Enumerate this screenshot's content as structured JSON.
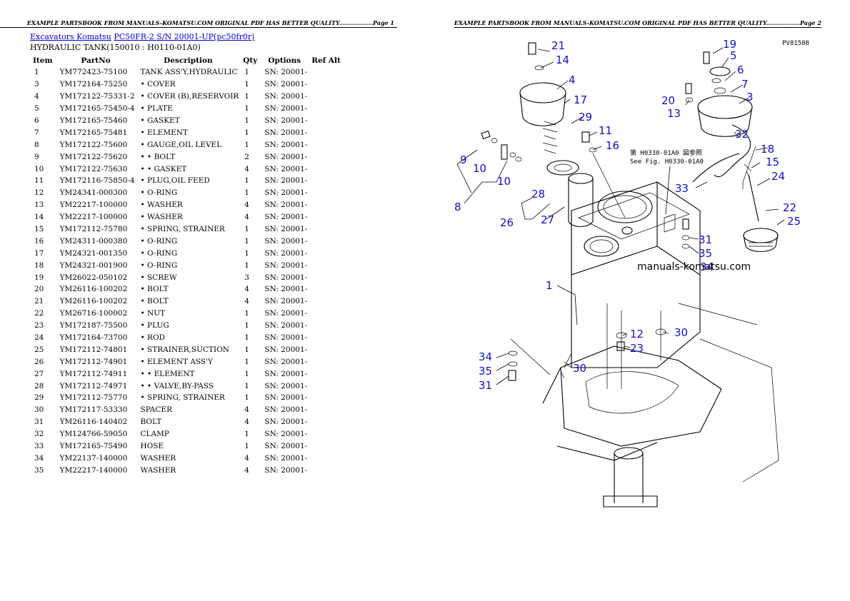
{
  "header": {
    "page1": "EXAMPLE PARTSBOOK FROM MANUALS-KOMATSU.COM ORIGINAL PDF HAS BETTER QUALITY.................Page 1",
    "page2": "EXAMPLE PARTSBOOK FROM MANUALS-KOMATSU.COM ORIGINAL PDF HAS BETTER QUALITY.................Page 2"
  },
  "breadcrumb": {
    "category": "Excavators Komatsu",
    "model": "PC50FR-2 S/N 20001-UP(pc50fr0r)"
  },
  "section_title": "HYDRAULIC TANK(150010 : H0110-01A0)",
  "table": {
    "columns": [
      "Item",
      "PartNo",
      "Description",
      "Qty",
      "Options",
      "Ref Alt"
    ],
    "rows": [
      [
        "1",
        "YM772423-75100",
        "TANK ASS'Y,HYDRAULIC",
        "1",
        "SN: 20001-",
        ""
      ],
      [
        "3",
        "YM172164-75250",
        "• COVER",
        "1",
        "SN: 20001-",
        ""
      ],
      [
        "4",
        "YM172122-75331-2",
        "• COVER (B),RESERVOIR",
        "1",
        "SN: 20001-",
        ""
      ],
      [
        "5",
        "YM172165-75450-4",
        "• PLATE",
        "1",
        "SN: 20001-",
        ""
      ],
      [
        "6",
        "YM172165-75460",
        "• GASKET",
        "1",
        "SN: 20001-",
        ""
      ],
      [
        "7",
        "YM172165-75481",
        "• ELEMENT",
        "1",
        "SN: 20001-",
        ""
      ],
      [
        "8",
        "YM172122-75600",
        "• GAUGE,OIL LEVEL",
        "1",
        "SN: 20001-",
        ""
      ],
      [
        "9",
        "YM172122-75620",
        "• • BOLT",
        "2",
        "SN: 20001-",
        ""
      ],
      [
        "10",
        "YM172122-75630",
        "• • GASKET",
        "4",
        "SN: 20001-",
        ""
      ],
      [
        "11",
        "YM172116-75850-4",
        "• PLUG,OIL FEED",
        "1",
        "SN: 20001-",
        ""
      ],
      [
        "12",
        "YM24341-000300",
        "• O-RING",
        "1",
        "SN: 20001-",
        ""
      ],
      [
        "13",
        "YM22217-100000",
        "• WASHER",
        "4",
        "SN: 20001-",
        ""
      ],
      [
        "14",
        "YM22217-100000",
        "• WASHER",
        "4",
        "SN: 20001-",
        ""
      ],
      [
        "15",
        "YM172112-75780",
        "• SPRING, STRAINER",
        "1",
        "SN: 20001-",
        ""
      ],
      [
        "16",
        "YM24311-000380",
        "• O-RING",
        "1",
        "SN: 20001-",
        ""
      ],
      [
        "17",
        "YM24321-001350",
        "• O-RING",
        "1",
        "SN: 20001-",
        ""
      ],
      [
        "18",
        "YM24321-001900",
        "• O-RING",
        "1",
        "SN: 20001-",
        ""
      ],
      [
        "19",
        "YM26022-050102",
        "• SCREW",
        "3",
        "SN: 20001-",
        ""
      ],
      [
        "20",
        "YM26116-100202",
        "• BOLT",
        "4",
        "SN: 20001-",
        ""
      ],
      [
        "21",
        "YM26116-100202",
        "• BOLT",
        "4",
        "SN: 20001-",
        ""
      ],
      [
        "22",
        "YM26716-100002",
        "• NUT",
        "1",
        "SN: 20001-",
        ""
      ],
      [
        "23",
        "YM172187-75500",
        "• PLUG",
        "1",
        "SN: 20001-",
        ""
      ],
      [
        "24",
        "YM172164-73700",
        "• ROD",
        "1",
        "SN: 20001-",
        ""
      ],
      [
        "25",
        "YM172112-74801",
        "• STRAINER,SUCTION",
        "1",
        "SN: 20001-",
        ""
      ],
      [
        "26",
        "YM172112-74901",
        "• ELEMENT ASS'Y",
        "1",
        "SN: 20001-",
        ""
      ],
      [
        "27",
        "YM172112-74911",
        "• • ELEMENT",
        "1",
        "SN: 20001-",
        ""
      ],
      [
        "28",
        "YM172112-74971",
        "• • VALVE,BY-PASS",
        "1",
        "SN: 20001-",
        ""
      ],
      [
        "29",
        "YM172112-75770",
        "• SPRING, STRAINER",
        "1",
        "SN: 20001-",
        ""
      ],
      [
        "30",
        "YM172117-53330",
        "SPACER",
        "4",
        "SN: 20001-",
        ""
      ],
      [
        "31",
        "YM26116-140402",
        "BOLT",
        "4",
        "SN: 20001-",
        ""
      ],
      [
        "32",
        "YM124766-59050",
        "CLAMP",
        "1",
        "SN: 20001-",
        ""
      ],
      [
        "33",
        "YM172165-75490",
        "HOSE",
        "1",
        "SN: 20001-",
        ""
      ],
      [
        "34",
        "YM22137-140000",
        "WASHER",
        "4",
        "SN: 20001-",
        ""
      ],
      [
        "35",
        "YM22217-140000",
        "WASHER",
        "4",
        "SN: 20001-",
        ""
      ]
    ]
  },
  "diagram": {
    "code": "PV81508",
    "note_jp": "第 H0330-01A0 図参照",
    "note_en": "See Fig. H0330-01A0",
    "watermark": "manuals-komatsu.com",
    "callouts": [
      "21",
      "14",
      "4",
      "17",
      "29",
      "11",
      "16",
      "9",
      "10",
      "10",
      "8",
      "28",
      "26",
      "27",
      "19",
      "5",
      "6",
      "7",
      "3",
      "20",
      "13",
      "32",
      "18",
      "15",
      "24",
      "33",
      "22",
      "25",
      "31",
      "35",
      "34",
      "1",
      "12",
      "30",
      "23",
      "34",
      "35",
      "31",
      "30"
    ],
    "callout_color": "#1010c8"
  }
}
